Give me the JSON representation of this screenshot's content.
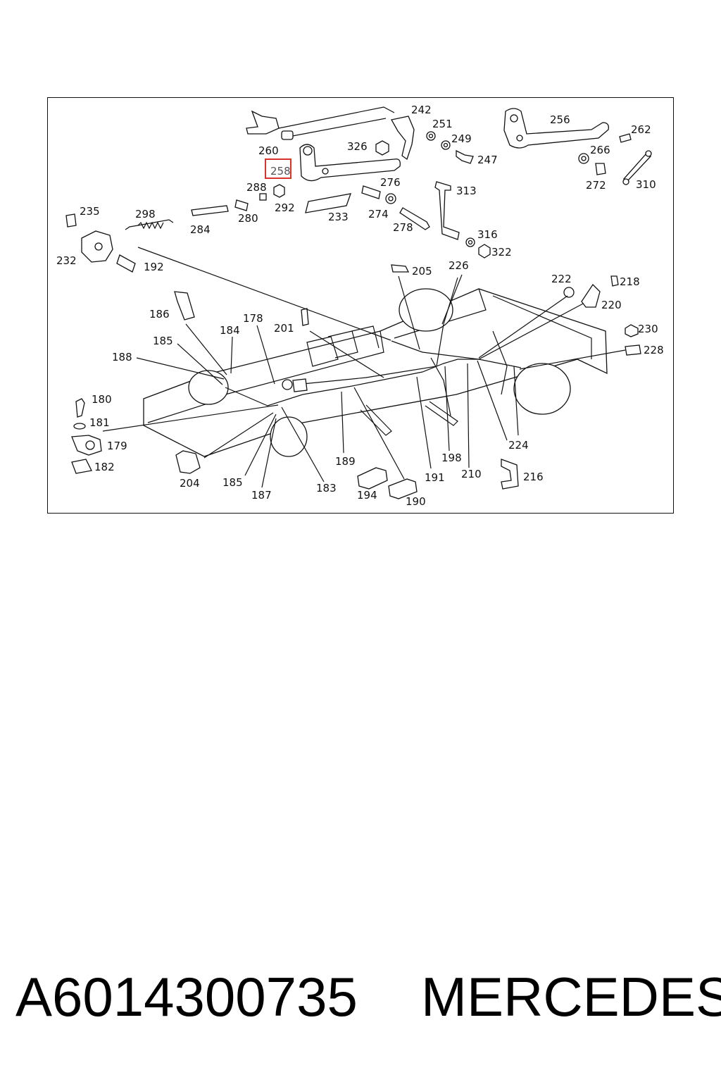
{
  "highlight": {
    "label": "258",
    "color": "#d9342b"
  },
  "callouts": {
    "c242": "242",
    "c251": "251",
    "c249": "249",
    "c247": "247",
    "c256": "256",
    "c262": "262",
    "c266": "266",
    "c272": "272",
    "c310": "310",
    "c260": "260",
    "c326": "326",
    "c276": "276",
    "c288": "288",
    "c292": "292",
    "c233": "233",
    "c274": "274",
    "c278": "278",
    "c280": "280",
    "c313": "313",
    "c316": "316",
    "c322": "322",
    "c235": "235",
    "c298": "298",
    "c284": "284",
    "c232": "232",
    "c192": "192",
    "c205": "205",
    "c226": "226",
    "c222": "222",
    "c218": "218",
    "c220": "220",
    "c186": "186",
    "c178": "178",
    "c201": "201",
    "c184": "184",
    "c185a": "185",
    "c188": "188",
    "c230": "230",
    "c228": "228",
    "c180": "180",
    "c181": "181",
    "c179": "179",
    "c182": "182",
    "c204": "204",
    "c185b": "185",
    "c187": "187",
    "c183": "183",
    "c189": "189",
    "c194": "194",
    "c190": "190",
    "c191": "191",
    "c198": "198",
    "c210": "210",
    "c224": "224",
    "c216": "216"
  },
  "caption": {
    "part_number": "A6014300735",
    "brand": "MERCEDES"
  }
}
